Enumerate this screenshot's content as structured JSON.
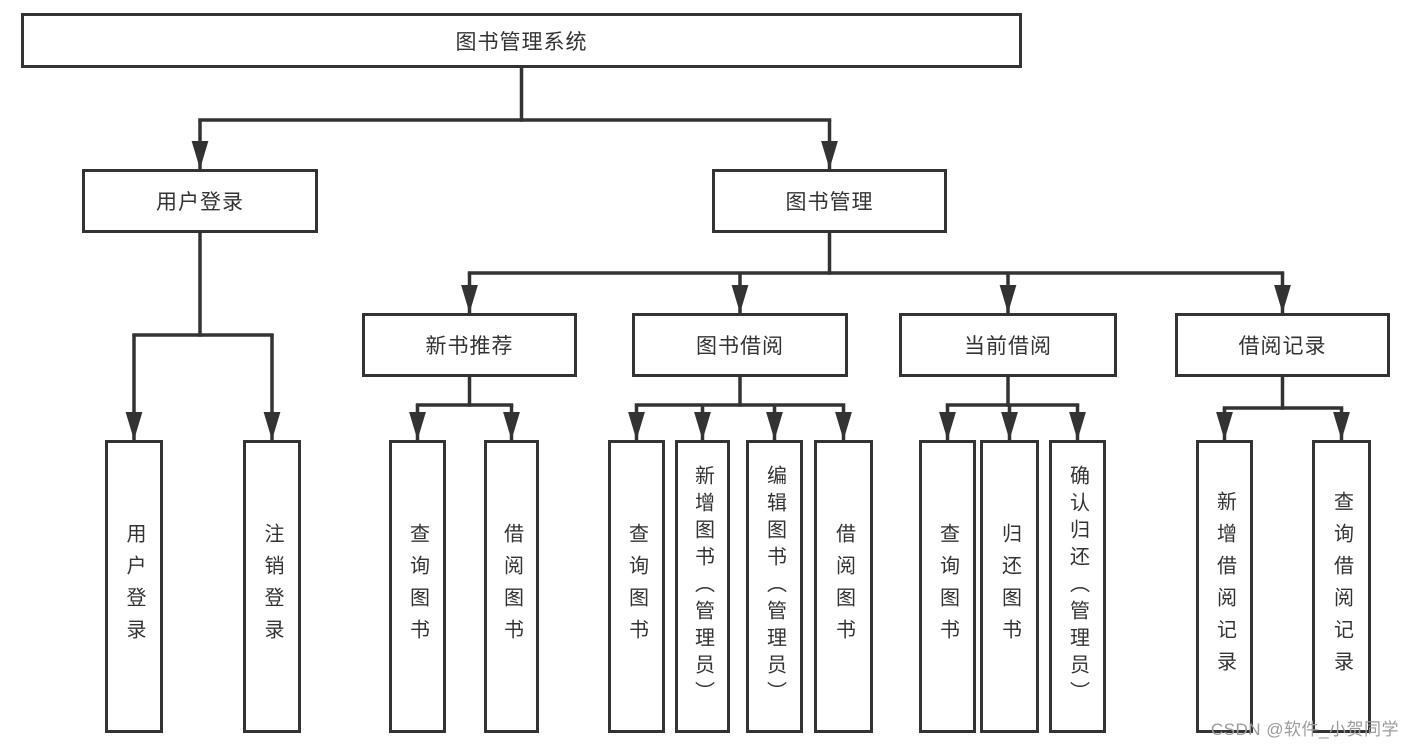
{
  "diagram": {
    "type": "tree",
    "title": "图书管理系统",
    "structure": {
      "图书管理系统": {
        "用户登录": [
          "用户登录",
          "注销登录"
        ],
        "图书管理": {
          "新书推荐": [
            "查询图书",
            "借阅图书"
          ],
          "图书借阅": [
            "查询图书",
            "新增图书（管理员）",
            "编辑图书（管理员）",
            "借阅图书"
          ],
          "当前借阅": [
            "查询图书",
            "归还图书",
            "确认归还（管理员）"
          ],
          "借阅记录": [
            "新增借阅记录",
            "查询借阅记录"
          ]
        }
      }
    }
  },
  "nodes": {
    "root": {
      "label": "图书管理系统"
    },
    "user_login": {
      "label": "用户登录"
    },
    "book_mgmt": {
      "label": "图书管理"
    },
    "new_book_rec": {
      "label": "新书推荐"
    },
    "book_borrow": {
      "label": "图书借阅"
    },
    "current_borrow": {
      "label": "当前借阅"
    },
    "borrow_records": {
      "label": "借阅记录"
    },
    "leaf_user_login": {
      "label": "用户登录"
    },
    "leaf_logout": {
      "label": "注销登录"
    },
    "leaf_query_books_rec": {
      "label": "查询图书"
    },
    "leaf_borrow_books_rec": {
      "label": "借阅图书"
    },
    "leaf_query_books_borrow": {
      "label": "查询图书"
    },
    "leaf_add_books": {
      "label": "新增图书（管理员）"
    },
    "leaf_edit_books": {
      "label": "编辑图书（管理员）"
    },
    "leaf_borrow_books_2": {
      "label": "借阅图书"
    },
    "leaf_query_books_current": {
      "label": "查询图书"
    },
    "leaf_return_books": {
      "label": "归还图书"
    },
    "leaf_confirm_return": {
      "label": "确认归还（管理员）"
    },
    "leaf_add_borrow_record": {
      "label": "新增借阅记录"
    },
    "leaf_query_borrow_record": {
      "label": "查询借阅记录"
    }
  },
  "watermark": {
    "text": "CSDN @软件_小贺同学",
    "color": "#9b9b9b"
  },
  "colors": {
    "line": "#333333",
    "text": "#333333",
    "background": "#ffffff"
  }
}
